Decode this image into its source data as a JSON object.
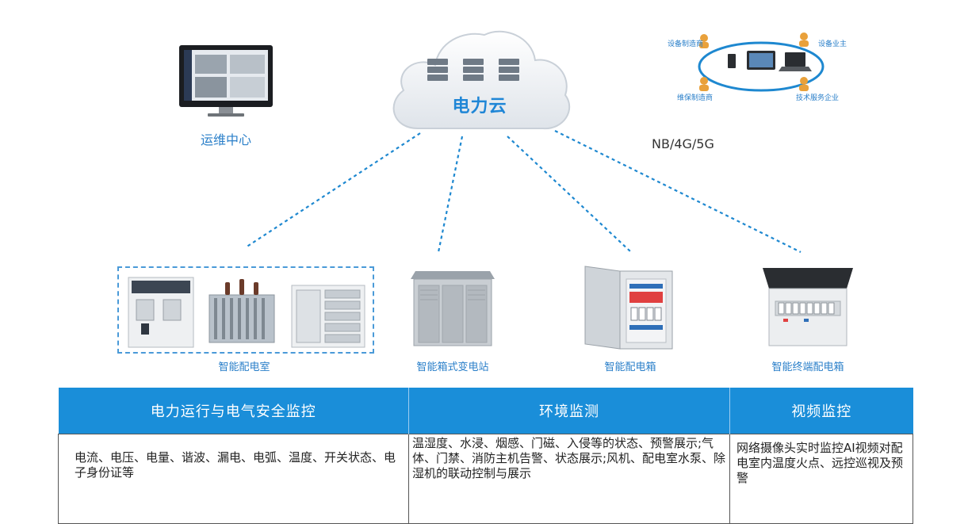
{
  "cloud": {
    "title": "电力云"
  },
  "ops_center": {
    "label": "运维中心"
  },
  "network": {
    "label": "NB/4G/5G"
  },
  "roles": [
    {
      "label": "设备制造商"
    },
    {
      "label": "设备业主"
    },
    {
      "label": "维保制造商"
    },
    {
      "label": "技术服务企业"
    }
  ],
  "devices": [
    {
      "label": "智能配电室"
    },
    {
      "label": "智能箱式变电站"
    },
    {
      "label": "智能配电箱"
    },
    {
      "label": "智能终端配电箱"
    }
  ],
  "table": {
    "headers": [
      "电力运行与电气安全监控",
      "环境监测",
      "视频监控"
    ],
    "cells": [
      "电流、电压、电量、谐波、漏电、电弧、温度、开关状态、电子身份证等",
      "温湿度、水浸、烟感、门磁、入侵等的状态、预警展示;气体、门禁、消防主机告警、状态展示;风机、配电室水泵、除湿机的联动控制与展示",
      "网络摄像头实时监控AI视频对配电室内温度火点、远控巡视及预警"
    ]
  },
  "colors": {
    "accent": "#1a8ed9",
    "label": "#2a7fc9",
    "link_line": "#1e88d0"
  }
}
